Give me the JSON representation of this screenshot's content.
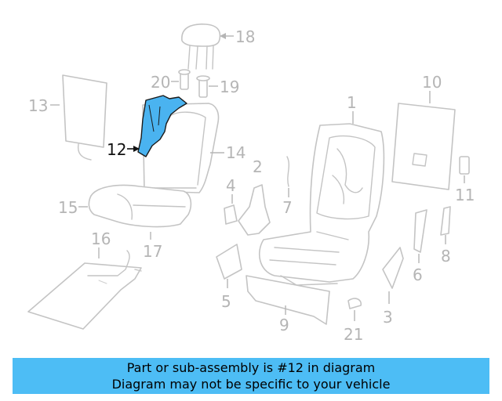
{
  "highlight_color": "#4ab3f0",
  "banner_color": "#4dbdf5",
  "labels": {
    "p1": "1",
    "p2": "2",
    "p3": "3",
    "p4": "4",
    "p5": "5",
    "p6": "6",
    "p7": "7",
    "p8": "8",
    "p9": "9",
    "p10": "10",
    "p11": "11",
    "p12": "12",
    "p13": "13",
    "p14": "14",
    "p15": "15",
    "p16": "16",
    "p17": "17",
    "p18": "18",
    "p19": "19",
    "p20": "20",
    "p21": "21"
  },
  "highlighted_part": "12",
  "banner": {
    "line1": "Part or sub-assembly is #12 in diagram",
    "line2": "Diagram may not be specific to your vehicle"
  }
}
